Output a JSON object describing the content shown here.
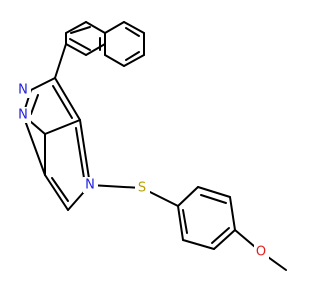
{
  "molecule": {
    "atoms": {
      "n1": {
        "text": "N",
        "color": "#1f1fe0"
      },
      "n2": {
        "text": "N",
        "color": "#1f1fe0"
      },
      "n3": {
        "text": "N",
        "color": "#1f1fe0"
      },
      "s": {
        "text": "S",
        "color": "#b8a100"
      },
      "o": {
        "text": "O",
        "color": "#e01f1f"
      }
    }
  }
}
